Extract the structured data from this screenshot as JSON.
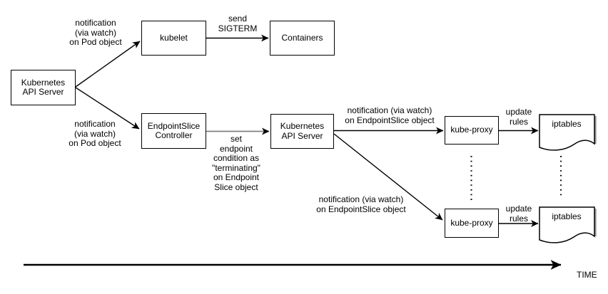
{
  "colors": {
    "stroke": "#000000",
    "gray_connector": "#808080",
    "document_shadow": "#999999",
    "background": "#ffffff"
  },
  "nodes": {
    "api_server_left": {
      "label": "Kubernetes\nAPI Server"
    },
    "kubelet": {
      "label": "kubelet"
    },
    "containers": {
      "label": "Containers"
    },
    "endpointslice_controller": {
      "label": "EndpointSlice\nController"
    },
    "api_server_mid": {
      "label": "Kubernetes\nAPI Server"
    },
    "kube_proxy_1": {
      "label": "kube-proxy"
    },
    "kube_proxy_2": {
      "label": "kube-proxy"
    },
    "iptables_1": {
      "label": "iptables"
    },
    "iptables_2": {
      "label": "iptables"
    }
  },
  "edges": [
    {
      "from": "api_server_left",
      "to": "kubelet",
      "label": "notification\n(via watch)\non Pod object"
    },
    {
      "from": "api_server_left",
      "to": "endpointslice_controller",
      "label": "notification\n(via watch)\non Pod object"
    },
    {
      "from": "kubelet",
      "to": "containers",
      "label": "send\nSIGTERM"
    },
    {
      "from": "endpointslice_controller",
      "to": "api_server_mid",
      "label": "set\nendpoint\ncondition as\n\"terminating\"\non Endpoint\nSlice object"
    },
    {
      "from": "api_server_mid",
      "to": "kube_proxy_1",
      "label": "notification (via watch)\non EndpointSlice object"
    },
    {
      "from": "api_server_mid",
      "to": "kube_proxy_2",
      "label": "notification (via watch)\non EndpointSlice object"
    },
    {
      "from": "kube_proxy_1",
      "to": "iptables_1",
      "label": "update\nrules"
    },
    {
      "from": "kube_proxy_2",
      "to": "iptables_2",
      "label": "update\nrules"
    }
  ],
  "axis": {
    "label": "TIME"
  }
}
